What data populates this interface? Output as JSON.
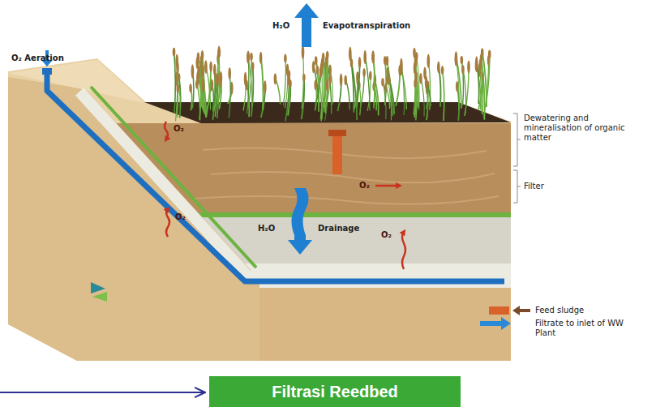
{
  "diagram": {
    "nodes": [
      {
        "text": [
          "Filtrasi Reedbed"
        ]
      }
    ],
    "labels": [
      "H₂O",
      "Evapotranspiration",
      "O₂ Aeration",
      "O₂",
      "Dewatering and mineralisation of organic matter",
      "O₂",
      "Filter",
      "O₂",
      "H₂O",
      "Drainage",
      "O₂",
      "Feed sludge",
      "Filtrate to inlet of WW Plant"
    ]
  }
}
